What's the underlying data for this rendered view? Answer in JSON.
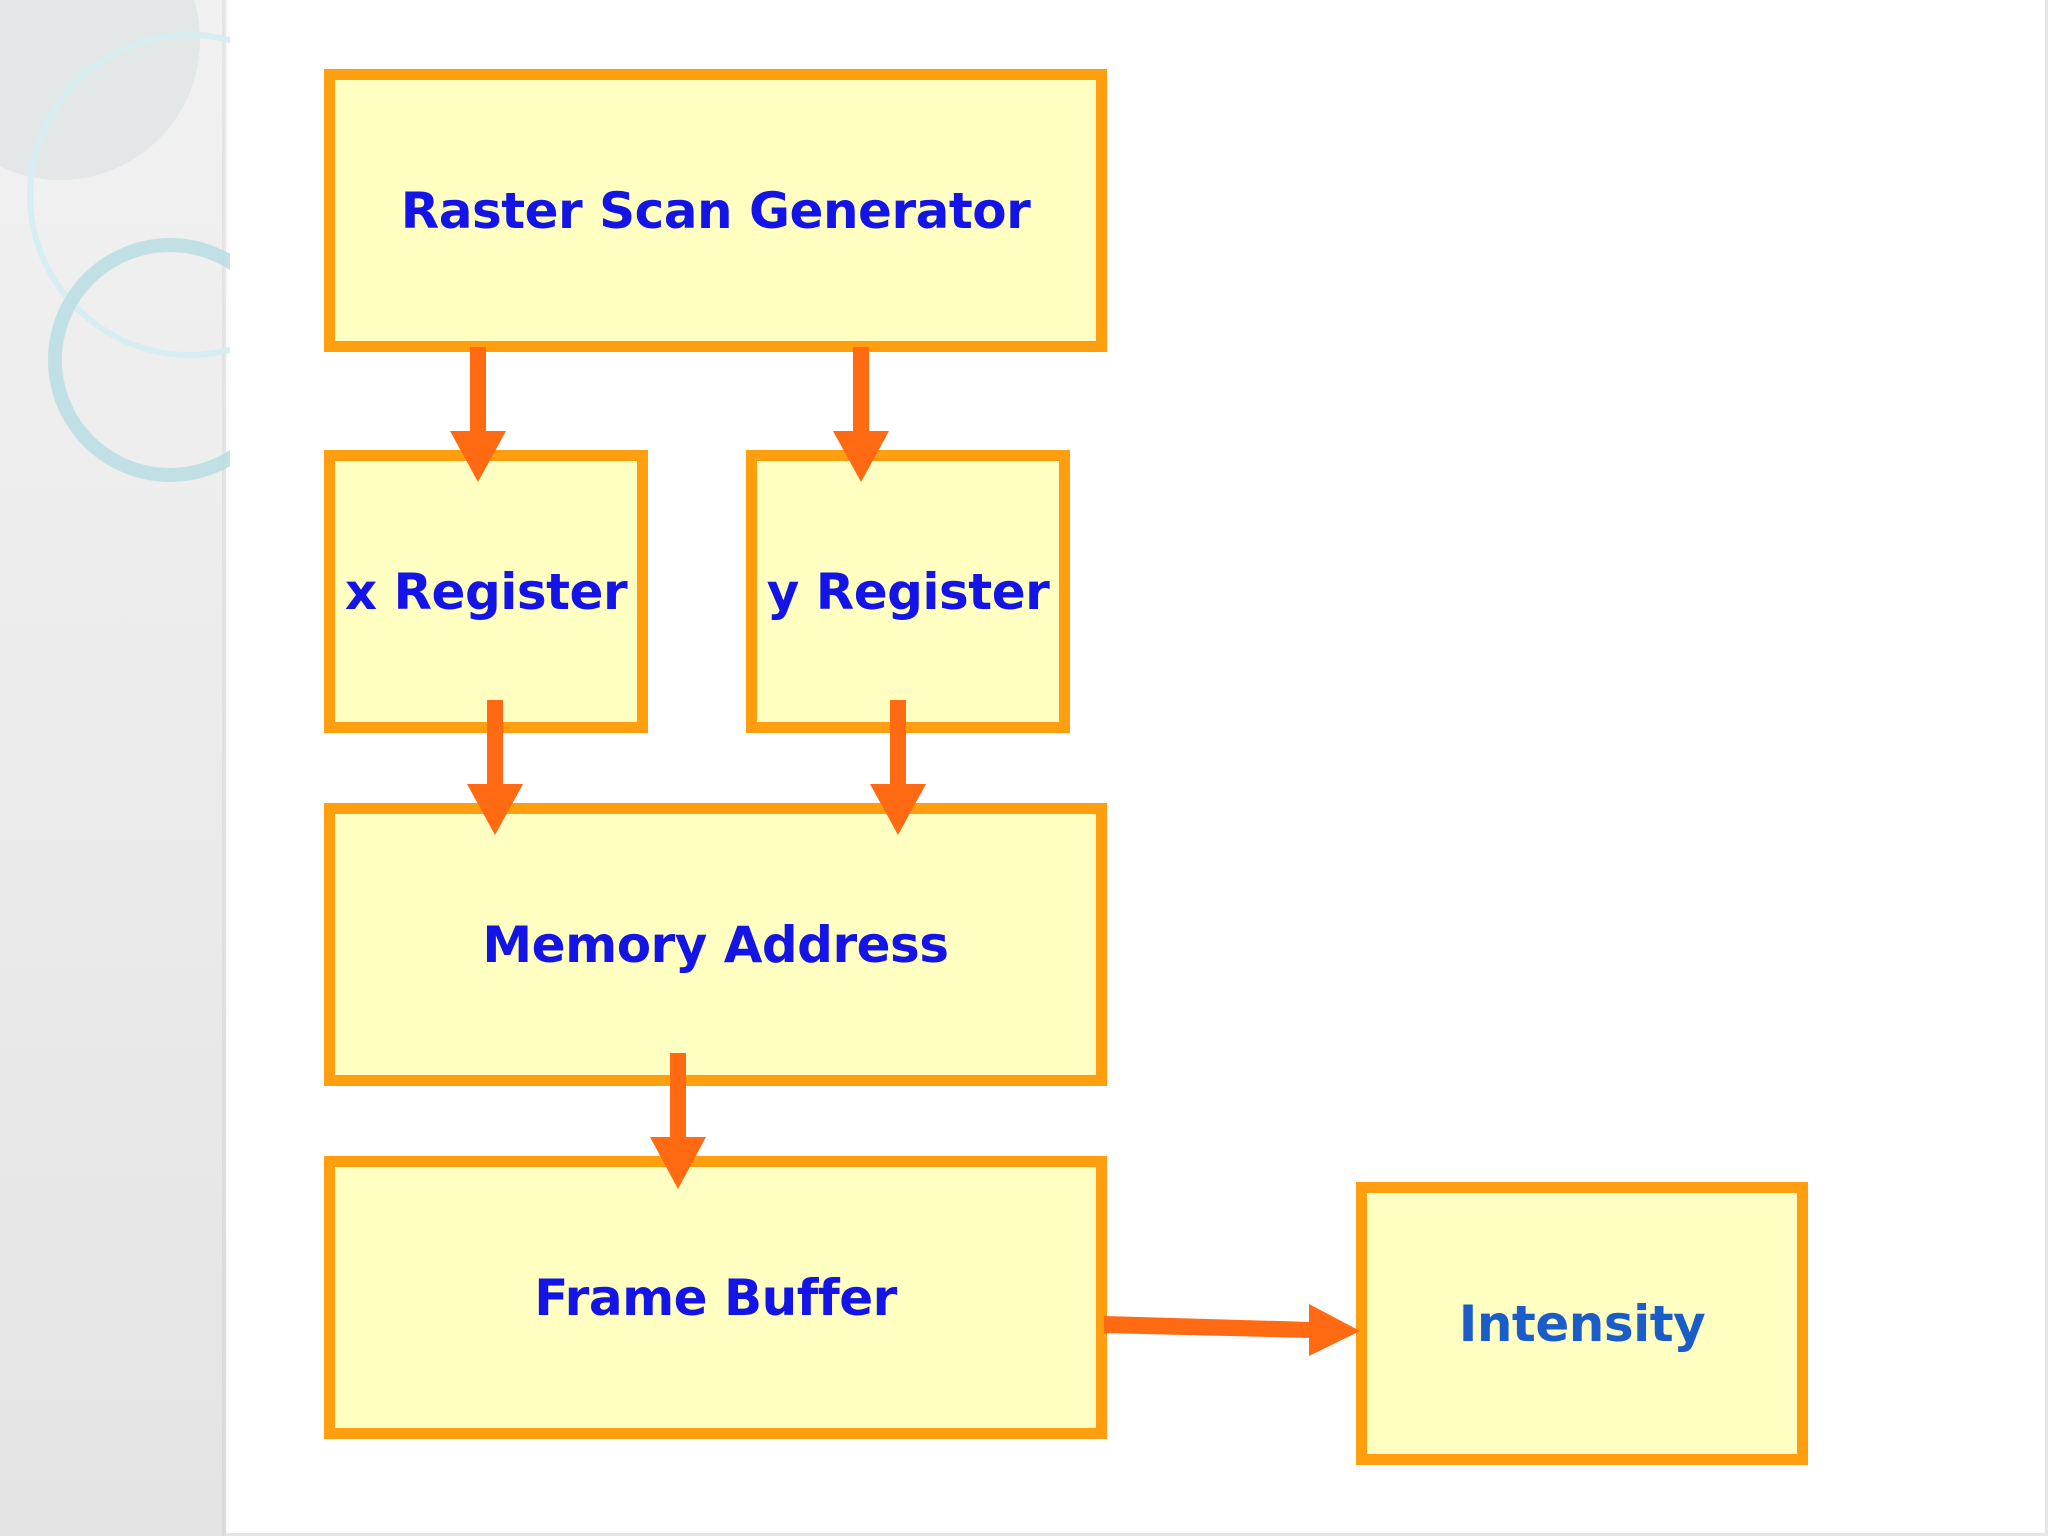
{
  "diagram": {
    "nodes": {
      "raster_scan_generator": "Raster Scan Generator",
      "x_register": "x Register",
      "y_register": "y Register",
      "memory_address": "Memory Address",
      "frame_buffer": "Frame Buffer",
      "intensity": "Intensity"
    },
    "edges": [
      {
        "from": "raster_scan_generator",
        "to": "x_register"
      },
      {
        "from": "raster_scan_generator",
        "to": "y_register"
      },
      {
        "from": "x_register",
        "to": "memory_address"
      },
      {
        "from": "y_register",
        "to": "memory_address"
      },
      {
        "from": "memory_address",
        "to": "frame_buffer"
      },
      {
        "from": "frame_buffer",
        "to": "intensity"
      }
    ]
  },
  "colors": {
    "box_fill": "#ffffc2",
    "box_border": "#ff9f0f",
    "arrow": "#ff6a12",
    "label_text": "#1414e6",
    "intensity_text": "#1a5cc8"
  }
}
